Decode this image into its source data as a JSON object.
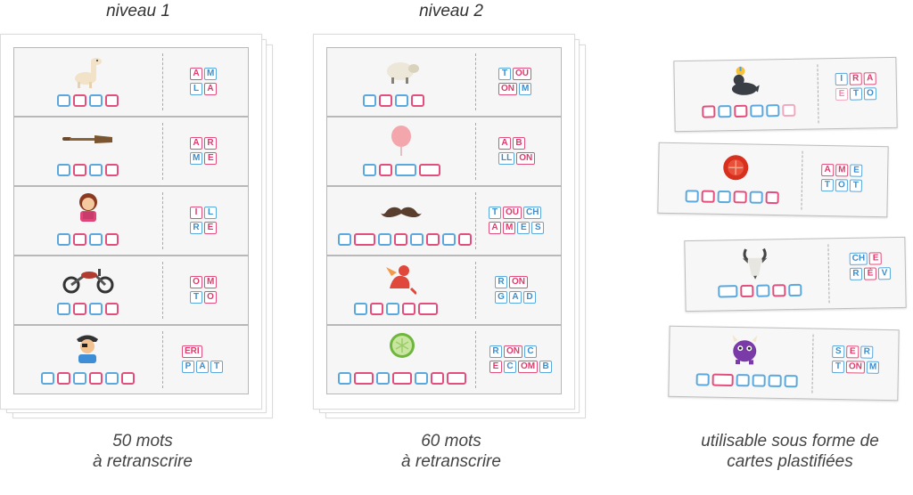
{
  "headings": {
    "level1": "niveau 1",
    "level2": "niveau 2"
  },
  "captions": {
    "level1": {
      "line1": "50 mots",
      "line2": "à retranscrire"
    },
    "level2": {
      "line1": "60 mots",
      "line2": "à retranscrire"
    },
    "cards": {
      "line1": "utilisable sous forme de",
      "line2": "cartes plastifiées"
    }
  },
  "level1_rows": [
    {
      "icon": "llama-icon",
      "tiles": [
        [
          "A",
          "M"
        ],
        [
          "L",
          "A"
        ]
      ]
    },
    {
      "icon": "oar-icon",
      "tiles": [
        [
          "A",
          "R"
        ],
        [
          "M",
          "E"
        ]
      ]
    },
    {
      "icon": "girl-reading-icon",
      "tiles": [
        [
          "I",
          "L"
        ],
        [
          "R",
          "E"
        ]
      ]
    },
    {
      "icon": "motorcycle-icon",
      "tiles": [
        [
          "O",
          "M"
        ],
        [
          "T",
          "O"
        ]
      ]
    },
    {
      "icon": "pirate-icon",
      "tiles": [
        [
          "ERI"
        ],
        [
          "P",
          "A",
          "T"
        ]
      ]
    }
  ],
  "level2_rows": [
    {
      "icon": "sheep-icon",
      "tiles": [
        [
          "T",
          "OU"
        ],
        [
          "ON",
          "M"
        ]
      ]
    },
    {
      "icon": "balloon-icon",
      "tiles": [
        [
          "A",
          "B"
        ],
        [
          "LL",
          "ON"
        ]
      ]
    },
    {
      "icon": "mustache-icon",
      "tiles": [
        [
          "T",
          "OU",
          "CH"
        ],
        [
          "A",
          "M",
          "E",
          "S"
        ]
      ]
    },
    {
      "icon": "dragon-icon",
      "tiles": [
        [
          "R",
          "ON"
        ],
        [
          "G",
          "A",
          "D"
        ]
      ]
    },
    {
      "icon": "cucumber-slice-icon",
      "tiles": [
        [
          "R",
          "ON",
          "C"
        ],
        [
          "E",
          "C",
          "OM",
          "B"
        ]
      ]
    }
  ],
  "cards": [
    {
      "icon": "sea-lion-icon",
      "tiles": [
        [
          "I",
          "R",
          "A"
        ],
        [
          "E",
          "T",
          "O"
        ]
      ]
    },
    {
      "icon": "tomato-icon",
      "tiles": [
        [
          "A",
          "M",
          "E"
        ],
        [
          "T",
          "O",
          "T"
        ]
      ]
    },
    {
      "icon": "goat-icon",
      "tiles": [
        [
          "CH",
          "E"
        ],
        [
          "R",
          "È",
          "V"
        ]
      ]
    },
    {
      "icon": "monster-icon",
      "tiles": [
        [
          "S",
          "E",
          "R"
        ],
        [
          "T",
          "ON",
          "M"
        ]
      ]
    }
  ],
  "colors": {
    "blue": "#5aa8de",
    "pink": "#e34f7c",
    "light_pink": "#f3a8bd"
  }
}
